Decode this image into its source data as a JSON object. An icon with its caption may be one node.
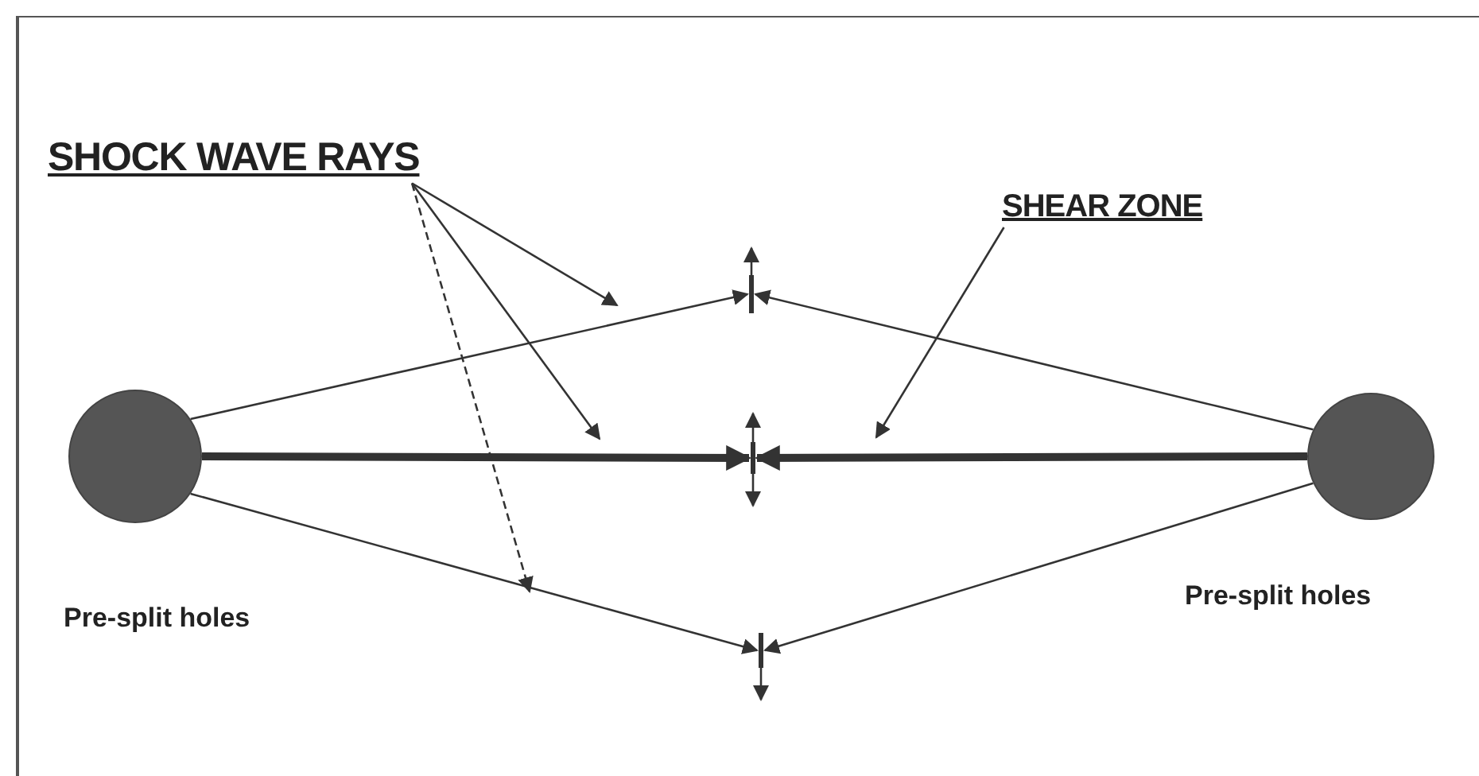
{
  "diagram": {
    "nodes": [
      {
        "text": [
          "SHOCK WAVE RAYS"
        ]
      },
      {
        "text": [
          "SHEAR ZONE"
        ]
      },
      {
        "text": [],
        "shape": "circle",
        "beside": [
          "Pre-split holes"
        ]
      },
      {
        "text": [],
        "shape": "circle",
        "beside": [
          "Pre-split holes"
        ]
      },
      {
        "text": [],
        "shape": "bar"
      },
      {
        "text": [],
        "shape": "bar"
      },
      {
        "text": [],
        "shape": "bar"
      }
    ],
    "edges": [
      {
        "from": 2,
        "to": 4,
        "arrow": "to"
      },
      {
        "from": 2,
        "to": 5,
        "arrow": "to",
        "style": "thick"
      },
      {
        "from": 2,
        "to": 6,
        "arrow": "to"
      },
      {
        "from": 3,
        "to": 4,
        "arrow": "to"
      },
      {
        "from": 3,
        "to": 5,
        "arrow": "to",
        "style": "thick"
      },
      {
        "from": 3,
        "to": 6,
        "arrow": "to"
      },
      {
        "from": 0,
        "to": null,
        "arrow": "to"
      },
      {
        "from": 0,
        "to": null,
        "arrow": "to"
      },
      {
        "from": 0,
        "to": null,
        "arrow": "to",
        "style": "dashed"
      },
      {
        "from": 1,
        "to": null,
        "arrow": "to"
      }
    ]
  }
}
